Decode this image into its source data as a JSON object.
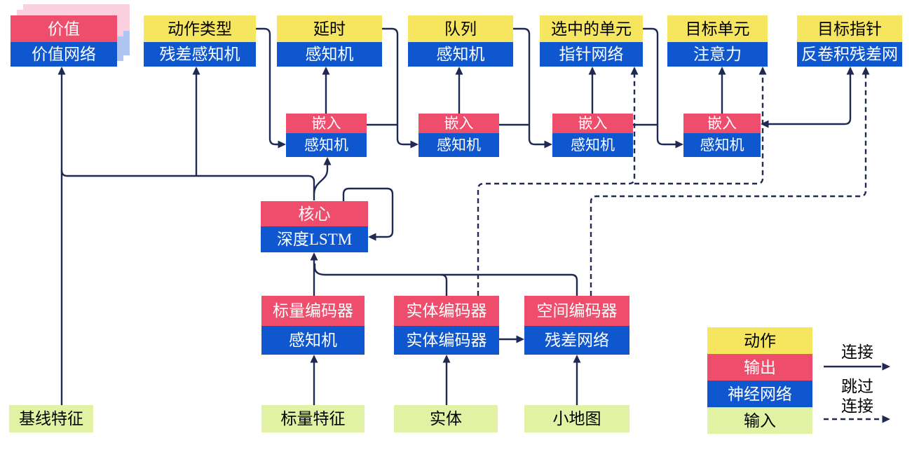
{
  "diagram": {
    "nodes": {
      "value": {
        "top": "价值",
        "bottom": "价值网络"
      },
      "action_type": {
        "top": "动作类型",
        "bottom": "残差感知机"
      },
      "delay": {
        "top": "延时",
        "bottom": "感知机"
      },
      "queue": {
        "top": "队列",
        "bottom": "感知机"
      },
      "selected_units": {
        "top": "选中的单元",
        "bottom": "指针网络"
      },
      "target_unit": {
        "top": "目标单元",
        "bottom": "注意力"
      },
      "target_pointer": {
        "top": "目标指针",
        "bottom": "反卷积残差网"
      },
      "embed1": {
        "top": "嵌入",
        "bottom": "感知机"
      },
      "embed2": {
        "top": "嵌入",
        "bottom": "感知机"
      },
      "embed3": {
        "top": "嵌入",
        "bottom": "感知机"
      },
      "embed4": {
        "top": "嵌入",
        "bottom": "感知机"
      },
      "core": {
        "top": "核心",
        "bottom": "深度LSTM"
      },
      "scalar_encoder": {
        "top": "标量编码器",
        "bottom": "感知机"
      },
      "entity_encoder": {
        "top": "实体编码器",
        "bottom": "实体编码器"
      },
      "spatial_encoder": {
        "top": "空间编码器",
        "bottom": "残差网络"
      },
      "baseline_features": {
        "label": "基线特征"
      },
      "scalar_features": {
        "label": "标量特征"
      },
      "entities": {
        "label": "实体"
      },
      "minimap": {
        "label": "小地图"
      }
    },
    "legend": {
      "items": [
        {
          "id": "action",
          "label": "动作"
        },
        {
          "id": "output",
          "label": "输出"
        },
        {
          "id": "network",
          "label": "神经网络"
        },
        {
          "id": "input",
          "label": "输入"
        }
      ],
      "solid_arrow_label": "连接",
      "dashed_arrow_label_line1": "跳过",
      "dashed_arrow_label_line2": "连接"
    },
    "colors": {
      "action": "#F6E65F",
      "output": "#EE4D6B",
      "network": "#0E57CE",
      "input": "#E2F2A5",
      "line": "#1E2A52",
      "shadow_output": "#FAD0DF",
      "shadow_network": "#AEC4F1"
    }
  }
}
